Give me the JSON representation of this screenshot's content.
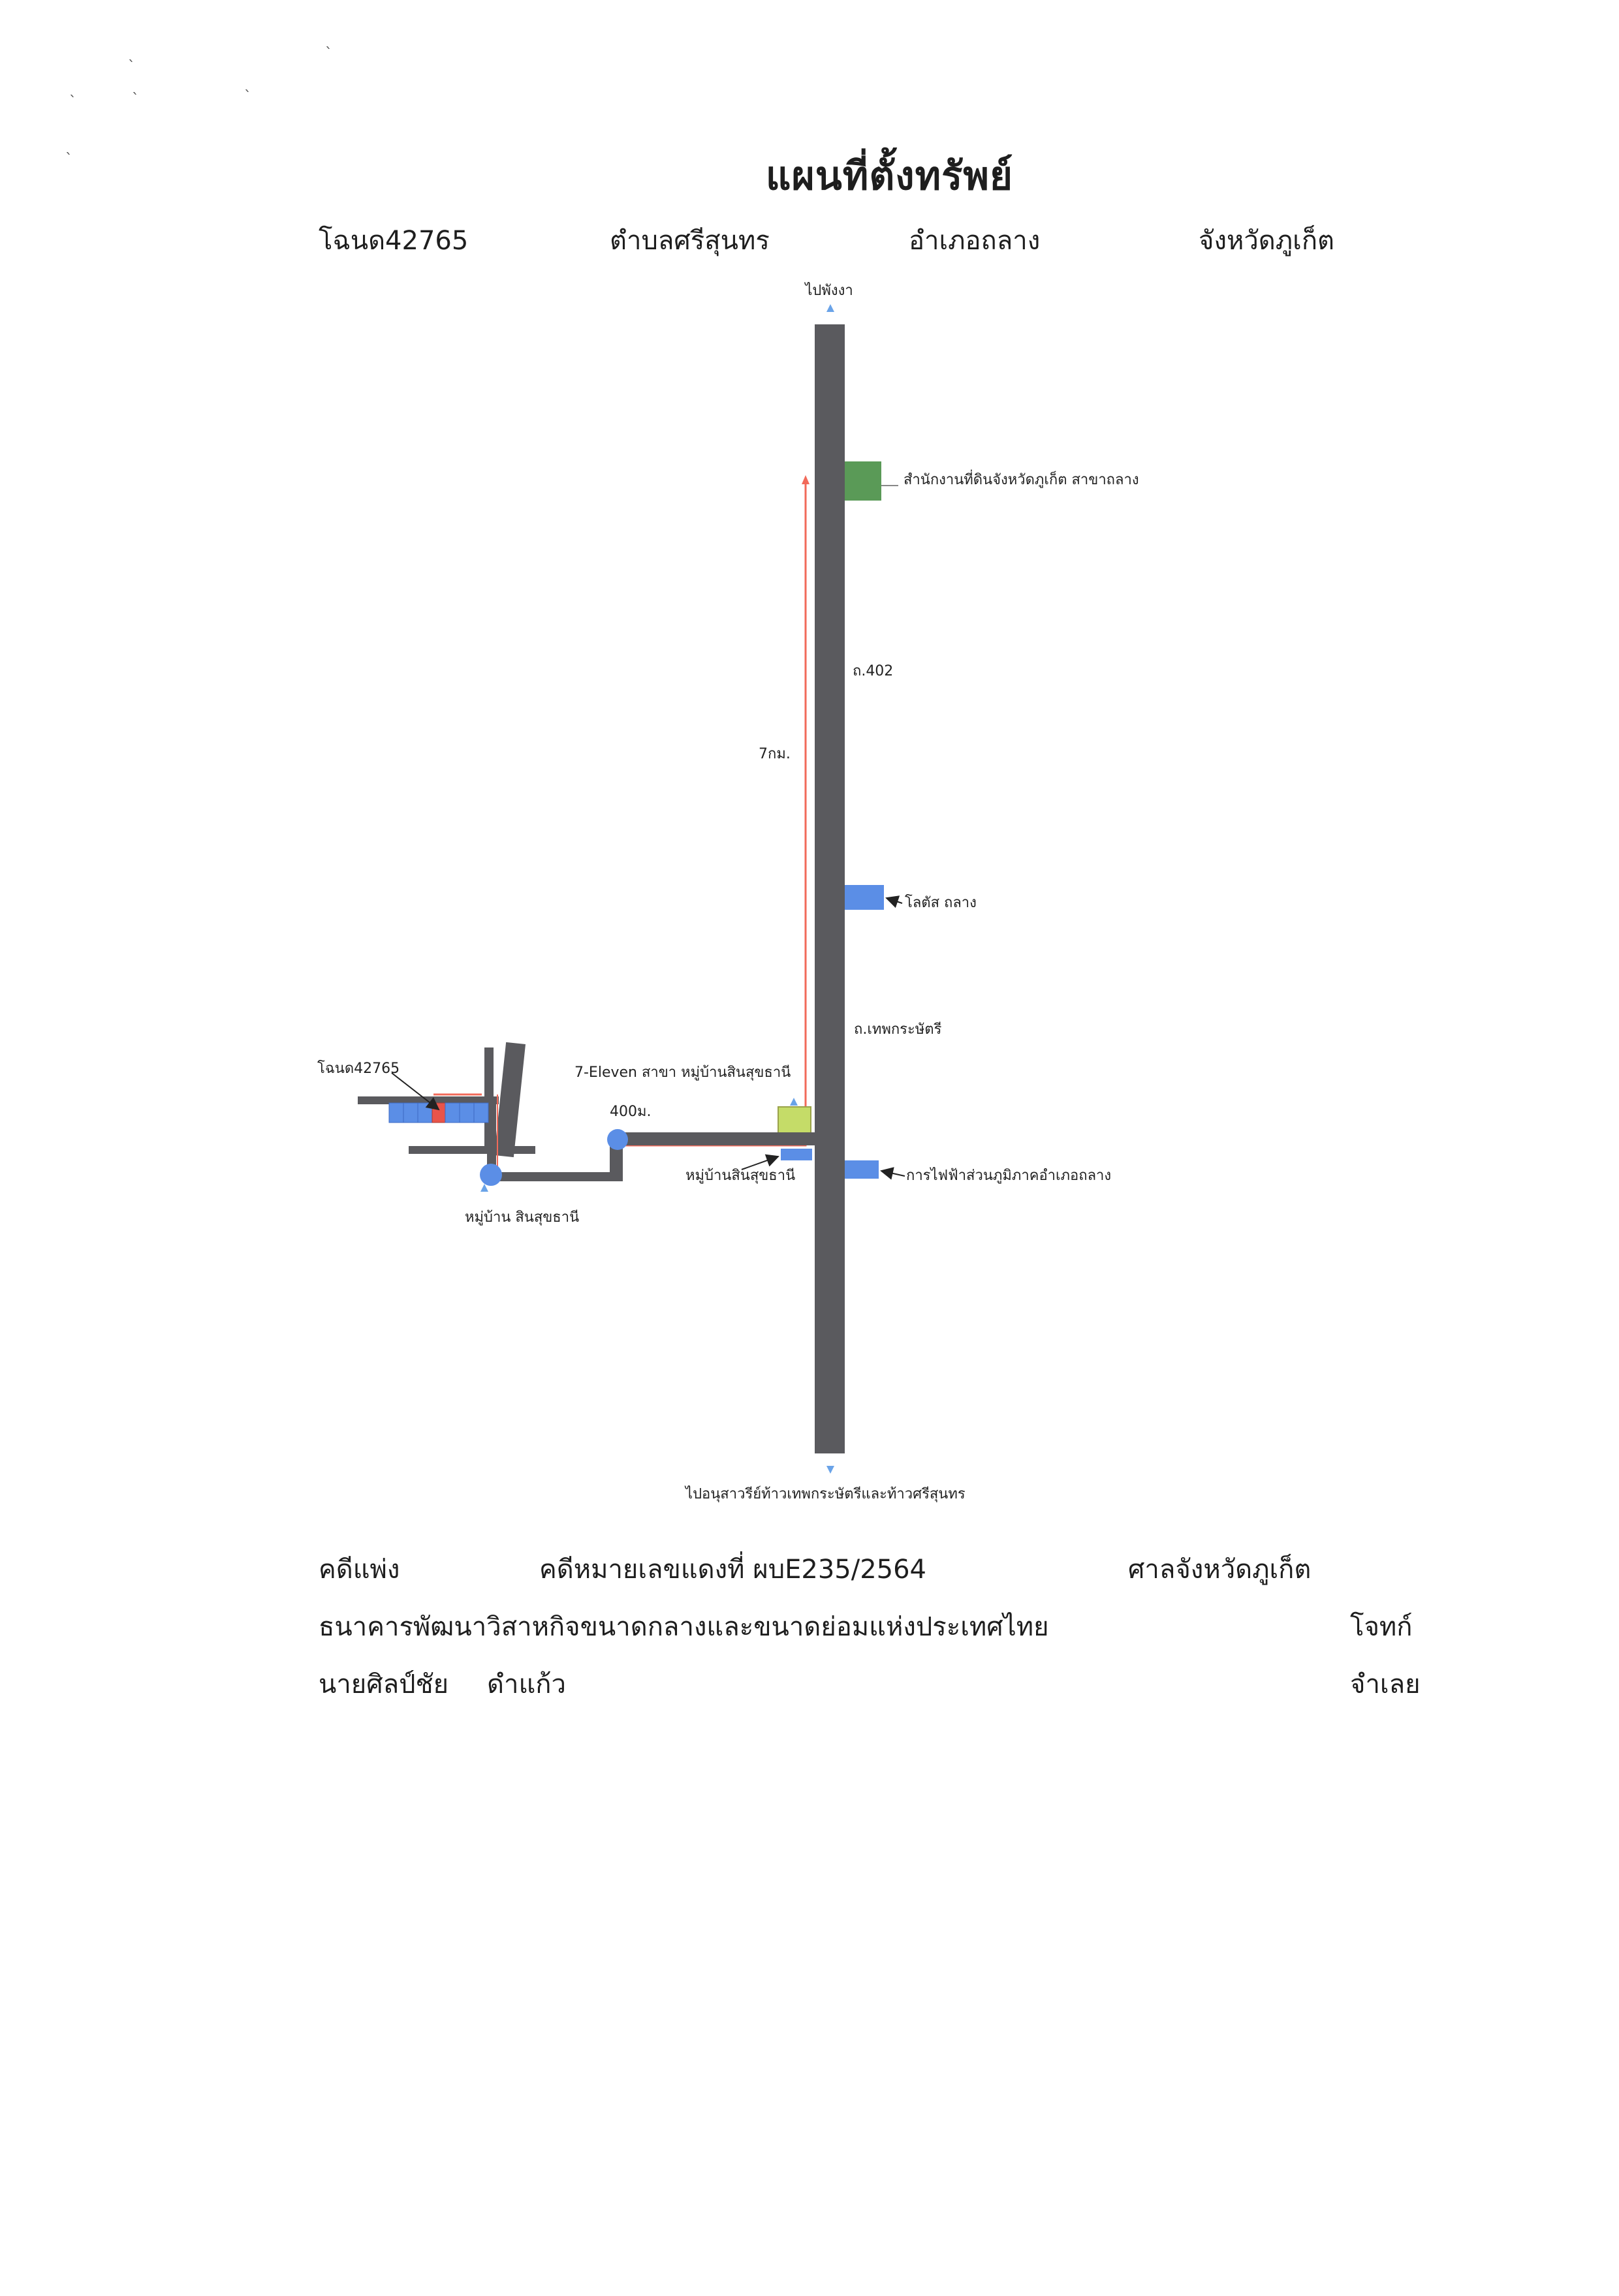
{
  "page": {
    "title": "แผนที่ตั้งทรัพย์",
    "header": {
      "deed": "โฉนด42765",
      "subdistrict": "ตำบลศรีสุนทร",
      "district": "อำเภอถลาง",
      "province": "จังหวัดภูเก็ต"
    }
  },
  "map": {
    "labels": {
      "to_north": "ไปพังงา",
      "land_office": "สำนักงานที่ดินจังหวัดภูเก็ต สาขาถลาง",
      "road_402": "ถ.402",
      "distance_7km": "7กม.",
      "lotus": "โลตัส ถลาง",
      "road_thepkrasattri": "ถ.เทพกระษัตรี",
      "seven_eleven": "7-Eleven สาขา หมู่บ้านสินสุขธานี",
      "distance_400m": "400ม.",
      "deed_marker": "โฉนด42765",
      "village_entrance": "หมู่บ้านสินสุขธานี",
      "electricity": "การไฟฟ้าส่วนภูมิภาคอำเภอถลาง",
      "village": "หมู่บ้าน สินสุขธานี",
      "to_south": "ไปอนุสาวรีย์ท้าวเทพกระษัตรีและท้าวศรีสุนทร"
    },
    "colors": {
      "road": "#5a5a5e",
      "route": "#f26a5a",
      "land_office": "#5a9a57",
      "building": "#5b8ee6",
      "seven_eleven": "#c5dc68",
      "target_plot": "#e8544a"
    }
  },
  "footer": {
    "case_type": "คดีแพ่ง",
    "case_number": "คดีหมายเลขแดงที่ ผบE235/2564",
    "court": "ศาลจังหวัดภูเก็ต",
    "plaintiff": "ธนาคารพัฒนาวิสาหกิจขนาดกลางและขนาดย่อมแห่งประเทศไทย",
    "plaintiff_role": "โจทก์",
    "defendant_first": "นายศิลป์ชัย",
    "defendant_last": "ดำแก้ว",
    "defendant_role": "จำเลย"
  }
}
